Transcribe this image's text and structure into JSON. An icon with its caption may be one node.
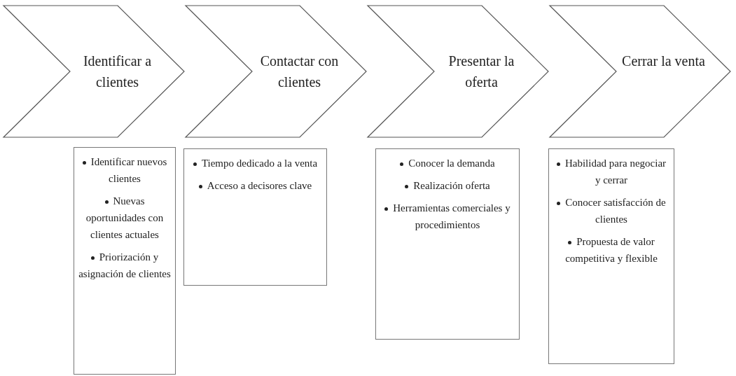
{
  "diagram": {
    "nodes": [
      {
        "text": [
          "Identificar a clientes"
        ]
      },
      {
        "text": [
          "Contactar con clientes"
        ]
      },
      {
        "text": [
          "Presentar la oferta"
        ]
      },
      {
        "text": [
          "Cerrar la venta"
        ]
      },
      {
        "text": [
          "Identificar nuevos clientes",
          "Nuevas oportunidades con clientes actuales",
          "Priorización y asignación de clientes"
        ]
      },
      {
        "text": [
          "Tiempo dedicado a la venta",
          "Acceso a decisores clave"
        ]
      },
      {
        "text": [
          "Conocer la demanda",
          "Realización oferta",
          "Herramientas comerciales y procedimientos"
        ]
      },
      {
        "text": [
          "Habilidad para negociar y cerrar",
          "Conocer satisfacción de clientes",
          "Propuesta de valor competitiva y flexible"
        ]
      }
    ]
  }
}
